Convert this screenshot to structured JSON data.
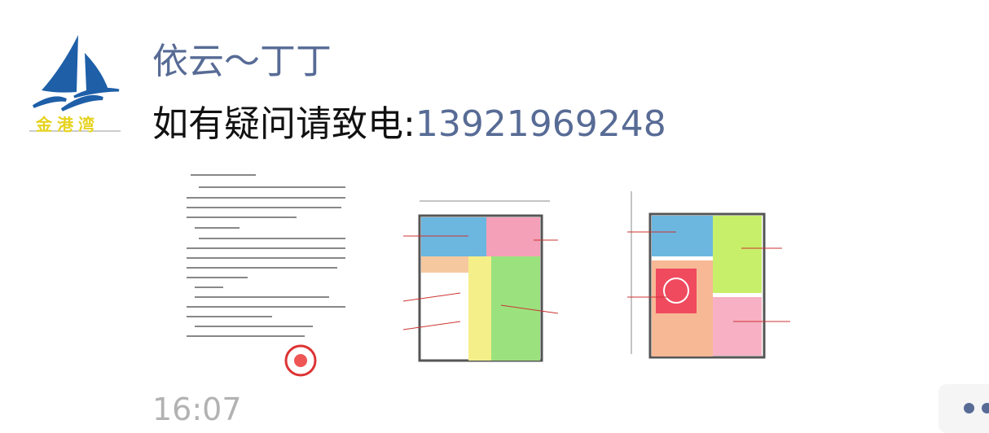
{
  "post": {
    "author": "依云～丁丁",
    "text_prefix": "如有疑问请致电:",
    "phone": "13921969248",
    "time": "16:07",
    "avatar_logo_text": "金港湾",
    "images": [
      "document-letter-with-seal",
      "floor-plan-1",
      "floor-plan-2"
    ]
  },
  "colors": {
    "link": "#576b95",
    "time": "#b2b2b2",
    "avatar_blue": "#1e5fa8",
    "avatar_yellow": "#e6d21e"
  }
}
